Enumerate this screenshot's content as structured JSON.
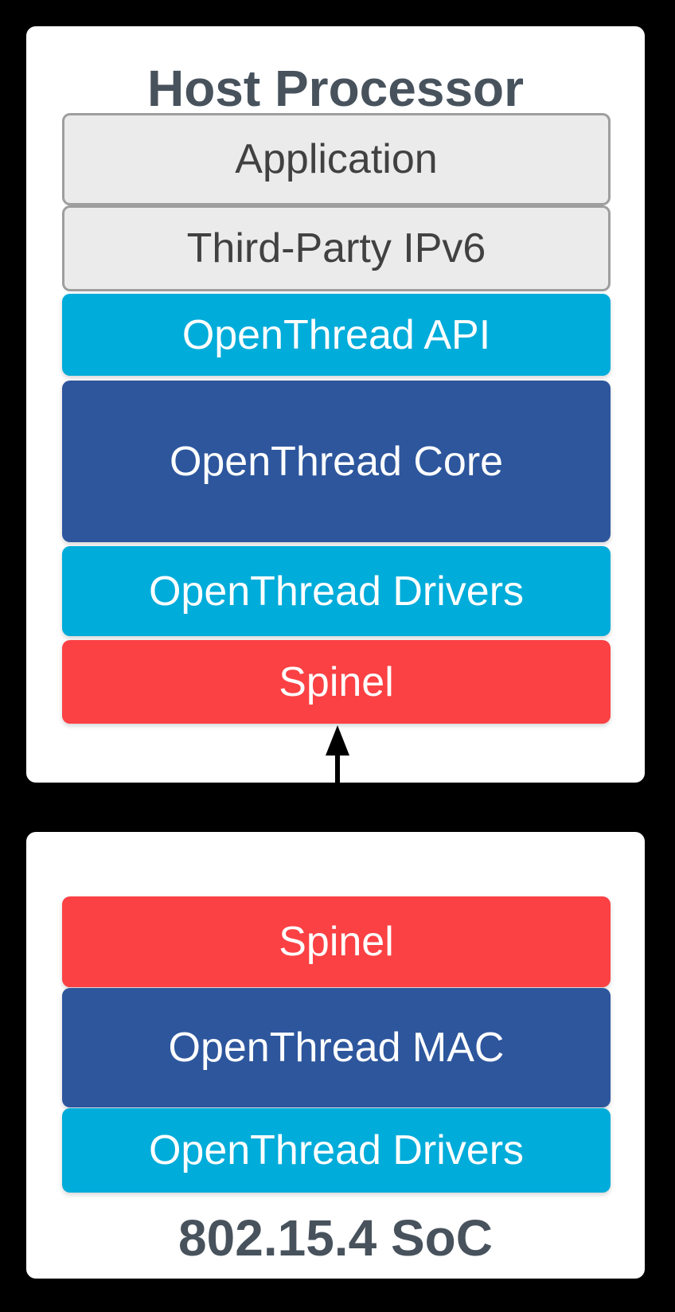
{
  "colors": {
    "background": "#000000",
    "panel": "#FFFFFF",
    "gray_fill": "#EBEBEB",
    "gray_border": "#9E9E9E",
    "cyan": "#00ACDA",
    "blue": "#2D569D",
    "red": "#FB4144",
    "title_text": "#47525C",
    "gray_text": "#414141",
    "layer_text": "#FFFFFF",
    "arrow": "#000000"
  },
  "host_processor": {
    "title": "Host Processor",
    "layers": [
      {
        "label": "Application",
        "color": "gray"
      },
      {
        "label": "Third-Party IPv6",
        "color": "gray"
      },
      {
        "label": "OpenThread API",
        "color": "cyan"
      },
      {
        "label": "OpenThread Core",
        "color": "blue"
      },
      {
        "label": "OpenThread Drivers",
        "color": "cyan"
      },
      {
        "label": "Spinel",
        "color": "red"
      }
    ]
  },
  "connector": {
    "type": "bidirectional-arrow"
  },
  "soc": {
    "title": "802.15.4 SoC",
    "layers": [
      {
        "label": "Spinel",
        "color": "red"
      },
      {
        "label": "OpenThread MAC",
        "color": "blue"
      },
      {
        "label": "OpenThread Drivers",
        "color": "cyan"
      }
    ]
  }
}
